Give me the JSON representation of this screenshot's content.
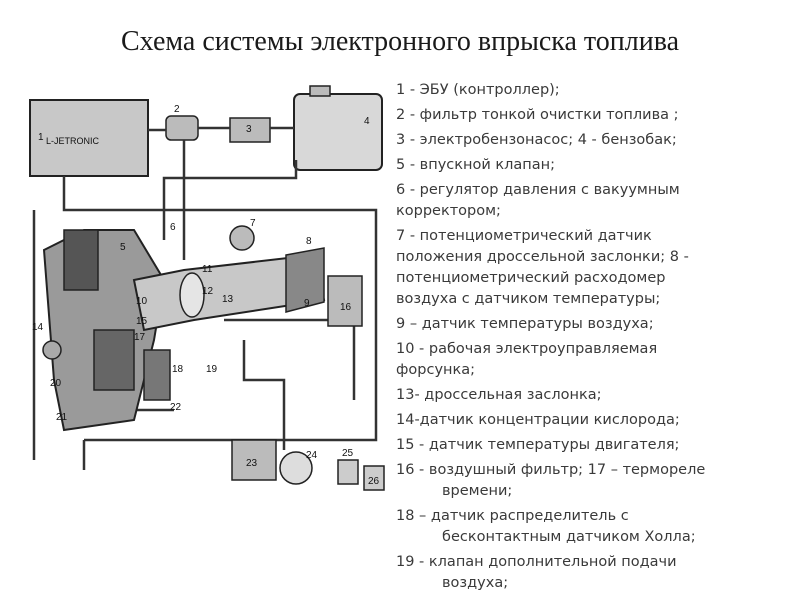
{
  "title": "Схема системы электронного впрыска топлива",
  "diagram": {
    "ecu_label": "L-JETRONIC",
    "callouts": [
      "1",
      "2",
      "3",
      "4",
      "5",
      "6",
      "7",
      "8",
      "9",
      "10",
      "11",
      "12",
      "13",
      "14",
      "15",
      "16",
      "17",
      "18",
      "19",
      "20",
      "21",
      "22",
      "23",
      "24",
      "25",
      "26"
    ]
  },
  "legend": [
    {
      "lines": [
        "1 - ЭБУ (контроллер);"
      ]
    },
    {
      "lines": [
        " 2 - фильтр тонкой очистки топлива ;"
      ]
    },
    {
      "lines": [
        "3 - электробензонасос; 4 - бензобак;"
      ]
    },
    {
      "lines": [
        " 5 - впускной клапан;"
      ]
    },
    {
      "lines": [
        "6 - регулятор давления с вакуумным",
        "корректором;"
      ]
    },
    {
      "lines": [
        "7 - потенциометрический датчик",
        "положения дроссельной заслонки; 8 -",
        "потенциометрический расходомер",
        "воздуха с датчиком температуры;"
      ]
    },
    {
      "lines": [
        "9 – датчик температуры воздуха;"
      ]
    },
    {
      "lines": [
        "10 - рабочая электроуправляемая",
        "форсунка;"
      ]
    },
    {
      "lines": [
        "13- дроссельная заслонка;"
      ]
    },
    {
      "lines": [
        "14-датчик концентрации кислорода;"
      ]
    },
    {
      "lines": [
        "15 - датчик температуры двигателя;"
      ]
    },
    {
      "lines": [
        "16 - воздушный фильтр; 17 – термореле",
        "времени;"
      ],
      "indent": true
    },
    {
      "lines": [
        "18 – датчик распределитель с",
        "бесконтактным датчиком Холла;"
      ],
      "indent": true
    },
    {
      "lines": [
        "19 - клапан дополнительной подачи",
        "воздуха;"
      ],
      "indent": true
    }
  ]
}
